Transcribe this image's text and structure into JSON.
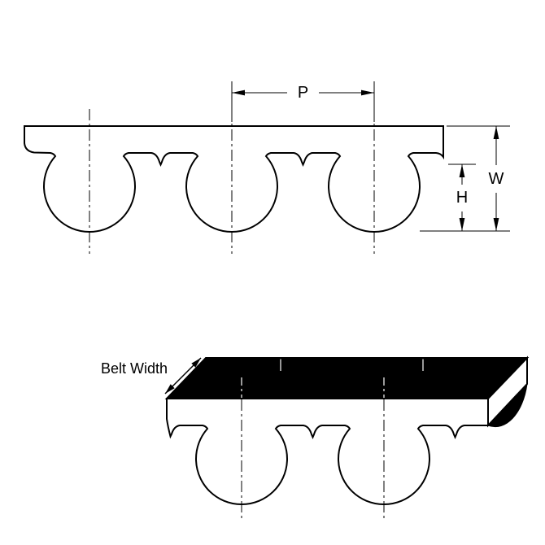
{
  "labels": {
    "pitch": "P",
    "overall_height": "W",
    "tooth_height": "H",
    "belt_width": "Belt Width"
  },
  "colors": {
    "line": "#000000",
    "background": "#ffffff",
    "belt_fill": "#ffffff",
    "top_surface_fill": "#000000"
  }
}
